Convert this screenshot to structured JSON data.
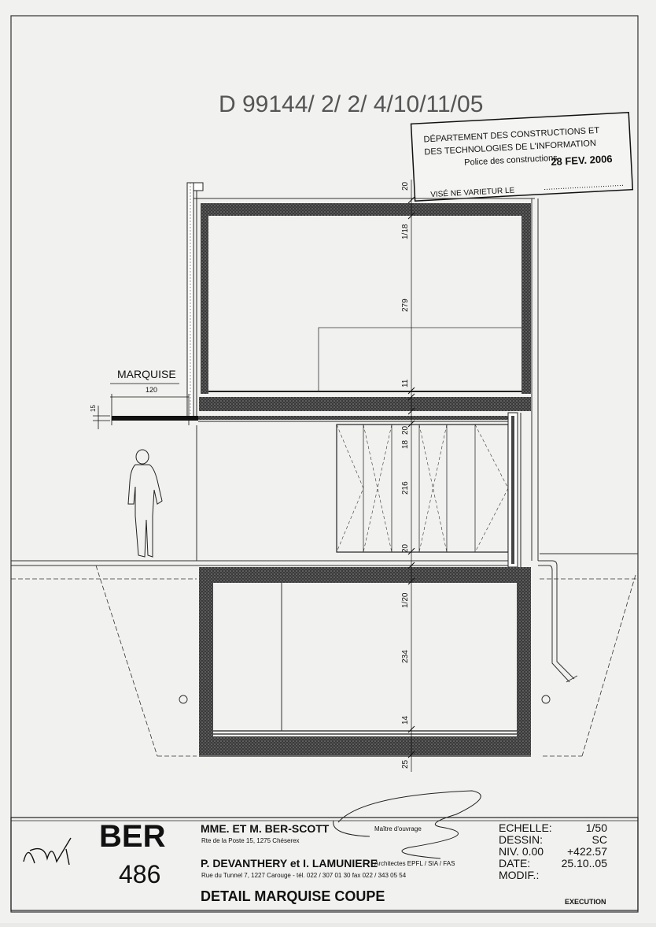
{
  "header": {
    "reference": "D   99144/ 2/ 2/ 4/10/11/05"
  },
  "stamp": {
    "line1": "DÉPARTEMENT DES CONSTRUCTIONS ET",
    "line2": "DES TECHNOLOGIES DE L'INFORMATION",
    "line3": "Police des constructions",
    "date": "28 FEV. 2006",
    "visa": "VISÉ  NE VARIETUR LE"
  },
  "drawing": {
    "canopy_label": "MARQUISE",
    "canopy_length": "120",
    "canopy_thickness": "15",
    "dims": [
      "20",
      "1/18",
      "279",
      "11",
      "20",
      "18",
      "216",
      "20",
      "1/20",
      "234",
      "14",
      "25"
    ]
  },
  "title_block": {
    "code": "BER",
    "number": "486",
    "owner_name": "MME. ET M. BER-SCOTT",
    "owner_address": "Rte de la Poste 15, 1275 Chéserex",
    "owner_role": "Maître d'ouvrage",
    "architect_name": "P. DEVANTHERY et I. LAMUNIERE",
    "architect_role": "Architectes EPFL / SIA / FAS",
    "architect_address": "Rue du Tunnel 7, 1227 Carouge - tél. 022 / 307 01 30  fax 022 / 343 05 54",
    "drawing_title": "DETAIL MARQUISE COUPE",
    "fields": [
      {
        "label": "ECHELLE:",
        "value": "1/50"
      },
      {
        "label": "DESSIN:",
        "value": "SC"
      },
      {
        "label": "NIV. 0.00",
        "value": "+422.57"
      },
      {
        "label": "DATE:",
        "value": "25.10..05"
      },
      {
        "label": "MODIF.:",
        "value": ""
      }
    ],
    "phase": "EXECUTION"
  }
}
